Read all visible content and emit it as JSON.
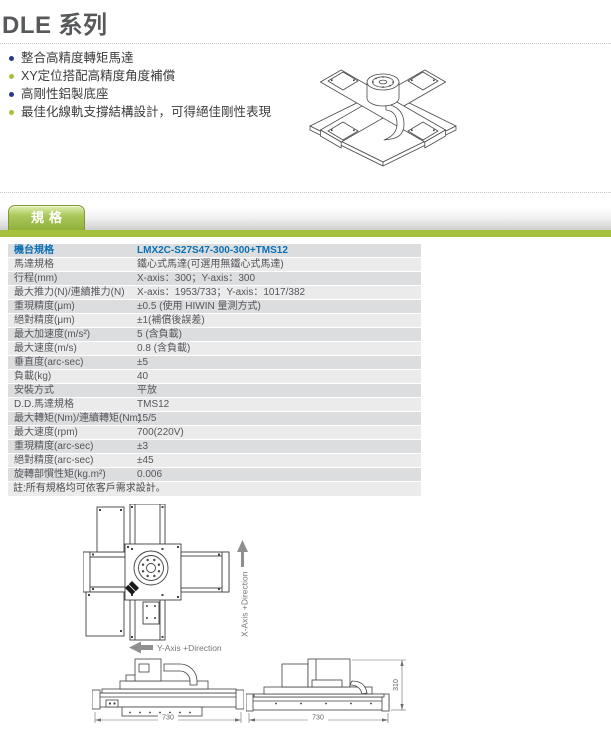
{
  "page": {
    "title_en": "DLE",
    "title_zh": "系列"
  },
  "features": {
    "items": [
      {
        "text": "整合高精度轉矩馬達",
        "bullet_color": "#2c3a85"
      },
      {
        "text": "XY定位搭配高精度角度補償",
        "bullet_color": "#a3c13c"
      },
      {
        "text": "高剛性鋁製底座",
        "bullet_color": "#2c3a85"
      },
      {
        "text": "最佳化線軌支撐結構設計，可得絕佳剛性表現",
        "bullet_color": "#a3c13c"
      }
    ],
    "product_image": "isometric-line-drawing-of-xy-cross-stage"
  },
  "tabs": {
    "spec_label": "規格"
  },
  "spec_table": {
    "rows": [
      {
        "label": "機台規格",
        "value": "LMX2C-S27S47-300-300+TMS12",
        "highlight": true
      },
      {
        "label": "馬達規格",
        "value": "鐵心式馬達(可選用無鐵心式馬達)"
      },
      {
        "label": "行程(mm)",
        "value": "X-axis：300；Y-axis：300"
      },
      {
        "label": "最大推力(N)/連續推力(N)",
        "value": "X-axis：1953/733；Y-axis：1017/382"
      },
      {
        "label": "重現精度(μm)",
        "value": "±0.5 (使用 HIWIN 量測方式)"
      },
      {
        "label": "絕對精度(μm)",
        "value": "±1(補償後誤差)"
      },
      {
        "label": "最大加速度(m/s²)",
        "value": "5 (含負載)"
      },
      {
        "label": "最大速度(m/s)",
        "value": "0.8 (含負載)"
      },
      {
        "label": "垂直度(arc-sec)",
        "value": "±5"
      },
      {
        "label": "負載(kg)",
        "value": "40"
      },
      {
        "label": "安裝方式",
        "value": "平放"
      },
      {
        "label": "D.D.馬達規格",
        "value": "TMS12"
      },
      {
        "label": "最大轉矩(Nm)/連續轉矩(Nm)",
        "value": "15/5"
      },
      {
        "label": "最大速度(rpm)",
        "value": "700(220V)"
      },
      {
        "label": "重現精度(arc-sec)",
        "value": "±3"
      },
      {
        "label": "絕對精度(arc-sec)",
        "value": "±45"
      },
      {
        "label": "旋轉部慣性矩(kg.m²)",
        "value": "0.006"
      }
    ],
    "note": "註:所有規格均可依客戶需求設計。"
  },
  "drawings": {
    "plan": {
      "name": "top-view-technical-drawing",
      "x_axis_label": "X-Axis +Direction",
      "y_axis_label": "Y-Axis +Direction",
      "x_axis_arrow_icon": "arrow-up",
      "y_axis_arrow_icon": "arrow-left"
    },
    "side_front": {
      "name": "front-view-technical-drawing",
      "width_dim": "730"
    },
    "side_right": {
      "name": "side-view-technical-drawing",
      "width_dim": "730",
      "height_dim": "310"
    }
  },
  "colors": {
    "accent_green": "#a4c13e",
    "tab_green_dark": "#90b038",
    "hiwin_blue": "#0a70b5",
    "row_dark": "#dcddde",
    "row_light": "#ebebec",
    "bullet_navy": "#2c3a85",
    "bullet_green": "#a3c13c",
    "title_gray": "#57585a"
  }
}
